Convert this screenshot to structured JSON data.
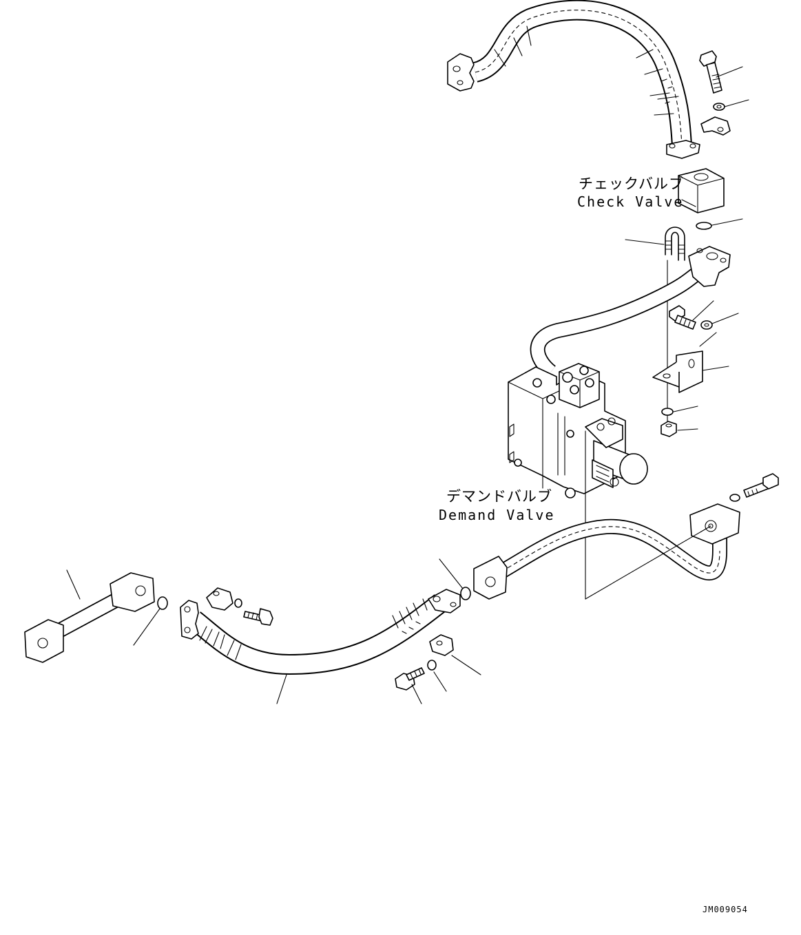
{
  "labels": {
    "check_valve_jp": "チェックバルブ",
    "check_valve_en": "Check Valve",
    "demand_valve_jp": "デマンドバルブ",
    "demand_valve_en": "Demand Valve",
    "drawing_code": "JM009054"
  },
  "colors": {
    "line": "#000000",
    "background": "#ffffff"
  }
}
